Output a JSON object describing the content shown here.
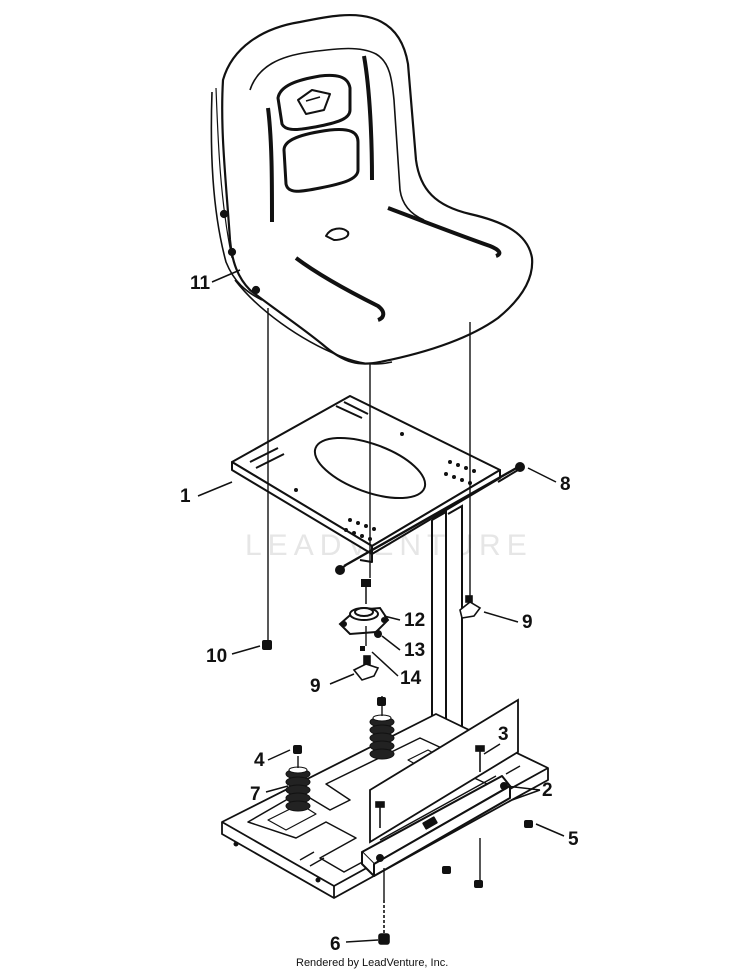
{
  "callouts": {
    "c1": "1",
    "c2": "2",
    "c3": "3",
    "c4": "4",
    "c5": "5",
    "c6": "6",
    "c7": "7",
    "c8": "8",
    "c9a": "9",
    "c9b": "9",
    "c10": "10",
    "c11": "11",
    "c12": "12",
    "c13": "13",
    "c14": "14"
  },
  "watermark": "LEADVENTURE",
  "footer": {
    "credit": "Rendered by LeadVenture, Inc."
  }
}
